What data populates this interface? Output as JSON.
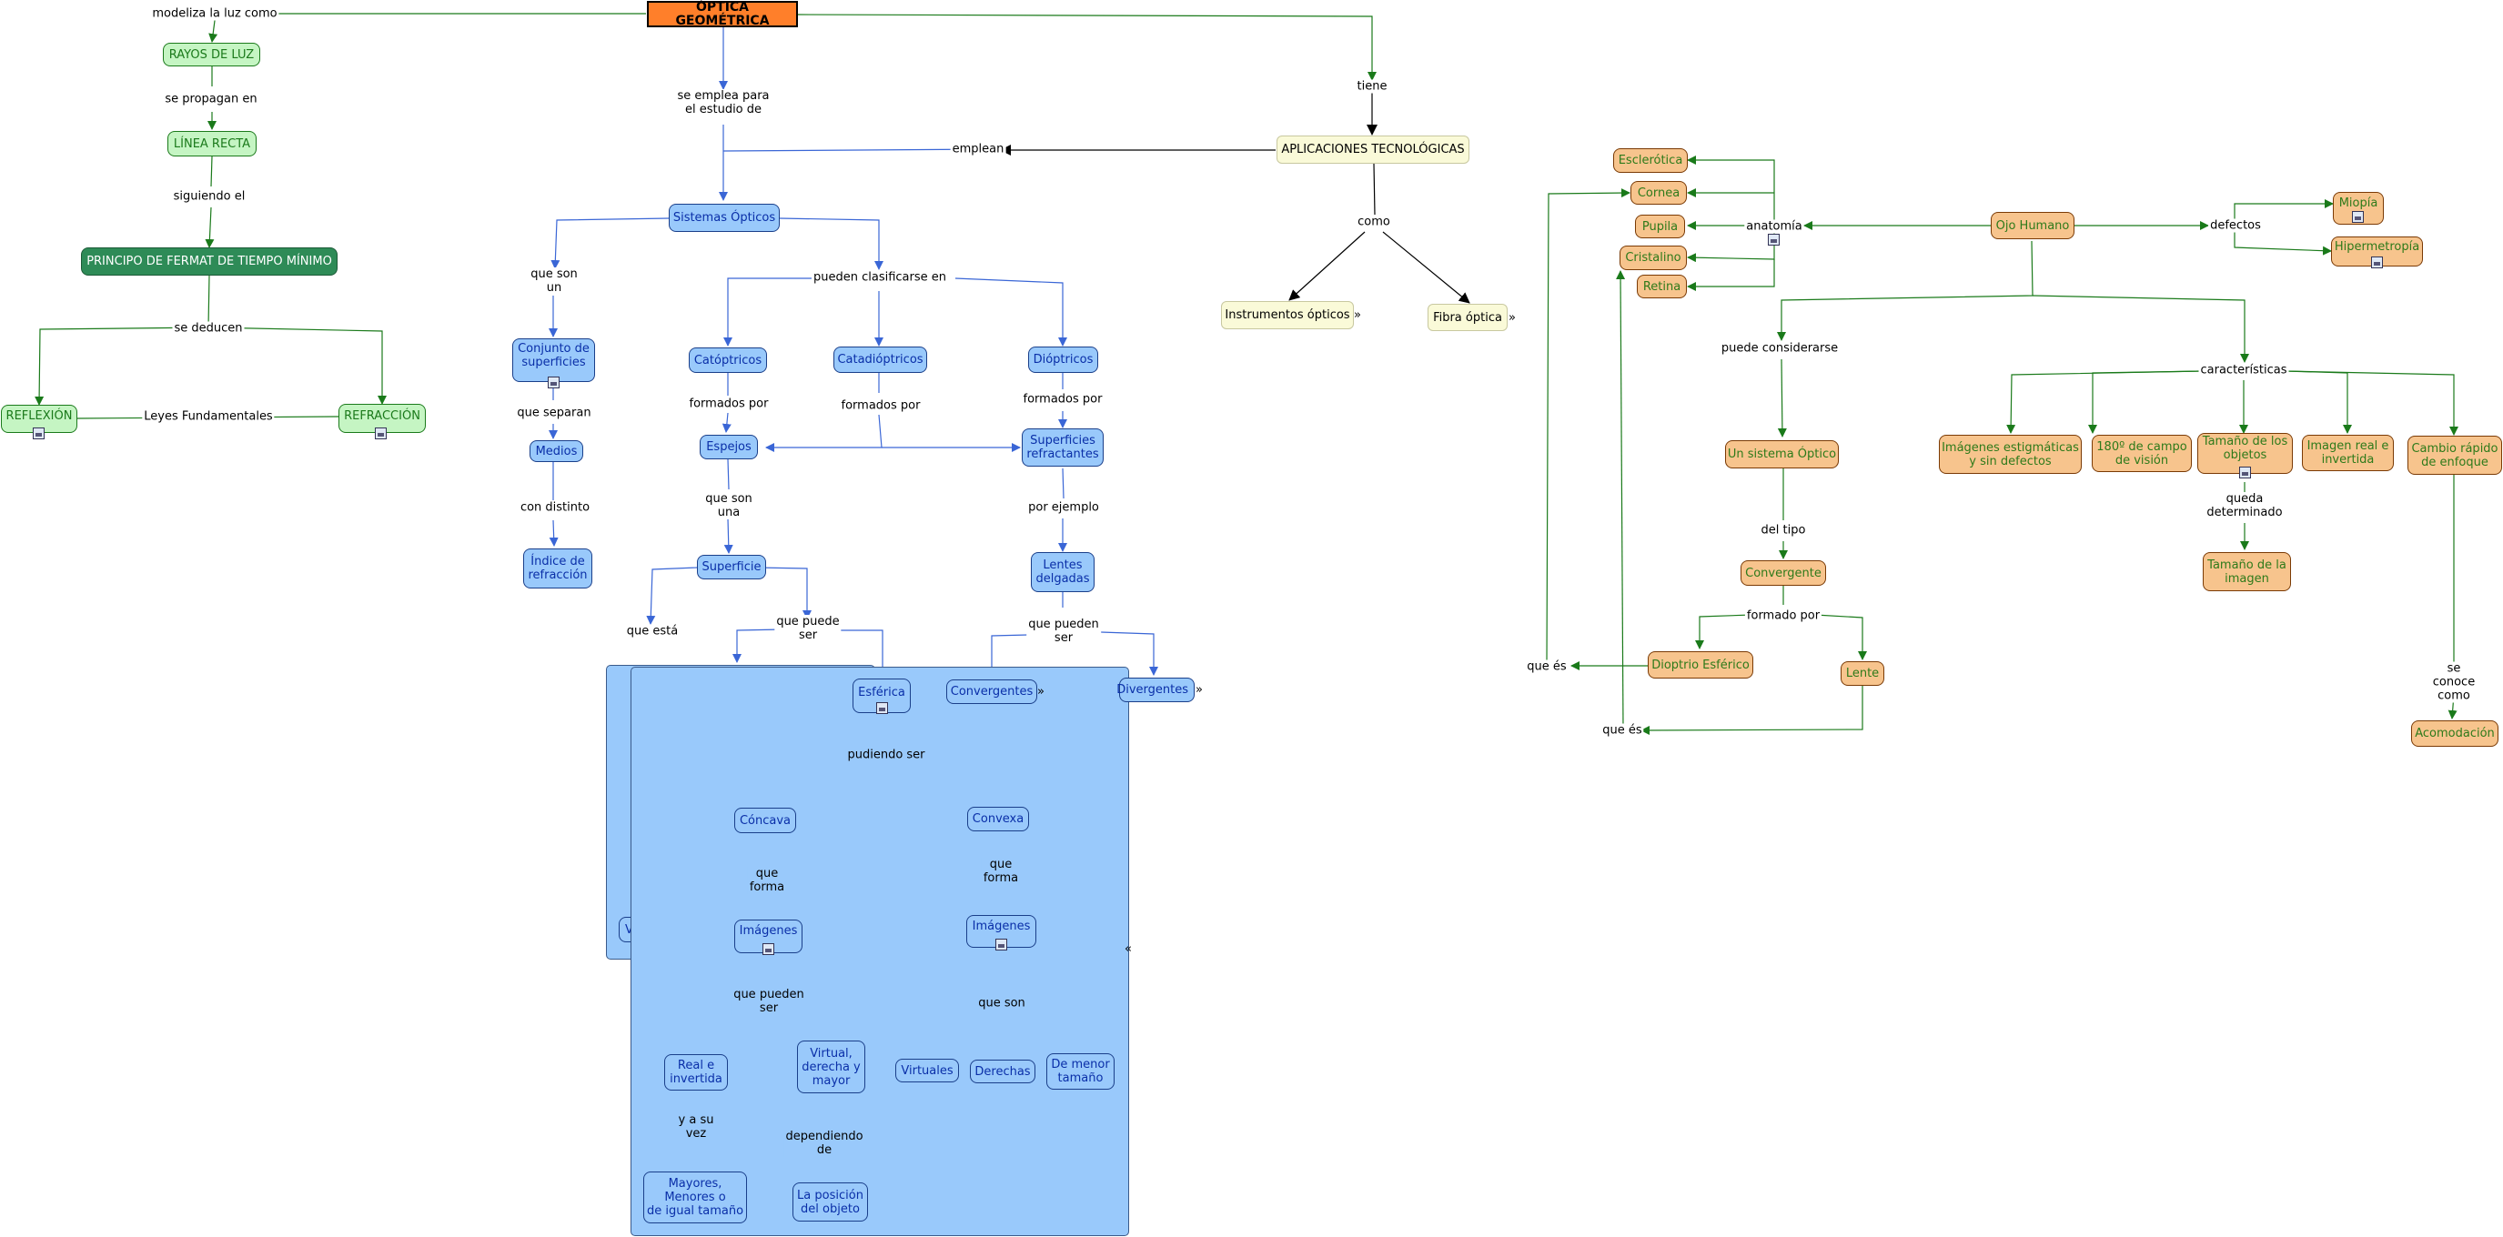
{
  "nodes": {
    "optica": "ÓPTICA GEOMÉTRICA",
    "rayos": "RAYOS DE LUZ",
    "linea": "LÍNEA RECTA",
    "fermat": "PRINCIPO DE FERMAT DE TIEMPO MÍNIMO",
    "reflexion": "REFLEXIÓN",
    "refraccion": "REFRACCIÓN",
    "sistemas": "Sistemas Ópticos",
    "conjunto": "Conjunto de\nsuperficies",
    "medios": "Medios",
    "indice": "Índice de\nrefracción",
    "catop": "Catóptricos",
    "catad": "Catadióptricos",
    "diop": "Dióptricos",
    "espejos": "Espejos",
    "superficies_ref": "Superficies\nrefractantes",
    "superficie": "Superficie",
    "lentes": "Lentes\ndelgadas",
    "esferica": "Esférica",
    "convergentes": "Convergentes",
    "divergentes": "Divergentes",
    "concava": "Cóncava",
    "convexa": "Convexa",
    "imagenes1": "Imágenes",
    "imagenes2": "Imágenes",
    "real": "Real e\ninvertida",
    "virtual_der": "Virtual,\nderecha y\nmayor",
    "mayores": "Mayores,\nMenores o\nde igual tamaño",
    "posicion": "La posición\ndel objeto",
    "virtuales": "Virtuales",
    "derechas": "Derechas",
    "menor": "De menor\ntamaño",
    "hidden_v": "V",
    "aplicaciones": "APLICACIONES TECNOLÓGICAS",
    "instrumentos": "Instrumentos ópticos",
    "fibra": "Fibra óptica",
    "ojo": "Ojo Humano",
    "esclerotica": "Esclerótica",
    "cornea": "Cornea",
    "pupila": "Pupila",
    "cristalino": "Cristalino",
    "retina": "Retina",
    "miopia": "Miopía",
    "hipermetropia": "Hipermetropía",
    "sistema_optico": "Un sistema Óptico",
    "convergente": "Convergente",
    "dioptrio": "Dioptrio Esférico",
    "lente": "Lente",
    "imag_estig": "Imágenes estigmáticas\ny sin defectos",
    "campo": "180º de campo\nde visión",
    "tamano_obj": "Tamaño de los\nobjetos",
    "imagen_real": "Imagen real e\ninvertida",
    "cambio": "Cambio rápido\nde enfoque",
    "tamano_img": "Tamaño de la\nimagen",
    "acomodacion": "Acomodación"
  },
  "labels": {
    "modeliza": "modeliza la luz como",
    "propagan": "se propagan en",
    "siguiendo": "siguiendo el",
    "deducen": "se deducen",
    "leyes": "Leyes Fundamentales",
    "emplea": "se emplea para\nel estudio de",
    "tiene": "tiene",
    "emplean": "emplean",
    "como": "como",
    "queson_un": "que son\nun",
    "clasificarse": "pueden clasificarse en",
    "queseparan": "que separan",
    "condistinto": "con distinto",
    "formados1": "formados por",
    "formados2": "formados por",
    "formados3": "formados por",
    "queson_una": "que son\nuna",
    "porejemplo": "por ejemplo",
    "queesta": "que está",
    "quepuede": "que puede\nser",
    "quepueden1": "que pueden\nser",
    "pudiendo": "pudiendo ser",
    "queforma1": "que\nforma",
    "queforma2": "que\nforma",
    "quepueden2": "que pueden\nser",
    "queson2": "que son",
    "yasuvez": "y a su\nvez",
    "dependiendo": "dependiendo\nde",
    "anatomia": "anatomía",
    "defectos": "defectos",
    "considerarse": "puede considerarse",
    "caracteristicas": "características",
    "deltipo": "del tipo",
    "formadopor": "formado por",
    "quees1": "que és",
    "quees2": "que és",
    "queda": "queda\ndeterminado",
    "seconoce": "se conoce como"
  },
  "colors": {
    "green_edge": "#1a7a1a",
    "blue_edge": "#3a66d6",
    "black_edge": "#000000",
    "blue_node": "#99c9fb",
    "green_node": "#c5f5c3",
    "dark_green_node": "#2e8b57",
    "orange_node": "#f7c48d",
    "beige_node": "#fafad8",
    "root_node": "#ff7f2a"
  },
  "icons": {
    "image_icon": "image-icon",
    "expand_icon": "expand-arrows-icon"
  }
}
